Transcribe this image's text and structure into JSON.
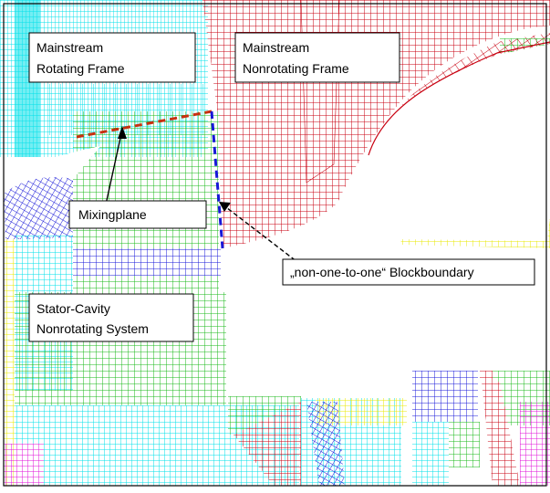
{
  "labels": {
    "mainstream_rotating": [
      "Mainstream",
      "Rotating Frame"
    ],
    "mainstream_nonrotating": [
      "Mainstream",
      "Nonrotating Frame"
    ],
    "mixingplane": "Mixingplane",
    "blockboundary": "„non-one-to-one“ Blockboundary",
    "stator_cavity": [
      "Stator-Cavity",
      "Nonrotating System"
    ]
  },
  "colors": {
    "cyan": "#00e0ea",
    "red": "#c80010",
    "green": "#18b818",
    "blue": "#1a1ad8",
    "magenta": "#e010d8",
    "yellow": "#f0f000",
    "mixingplane_line": "#c83010",
    "blockboundary_line": "#1818d8"
  }
}
